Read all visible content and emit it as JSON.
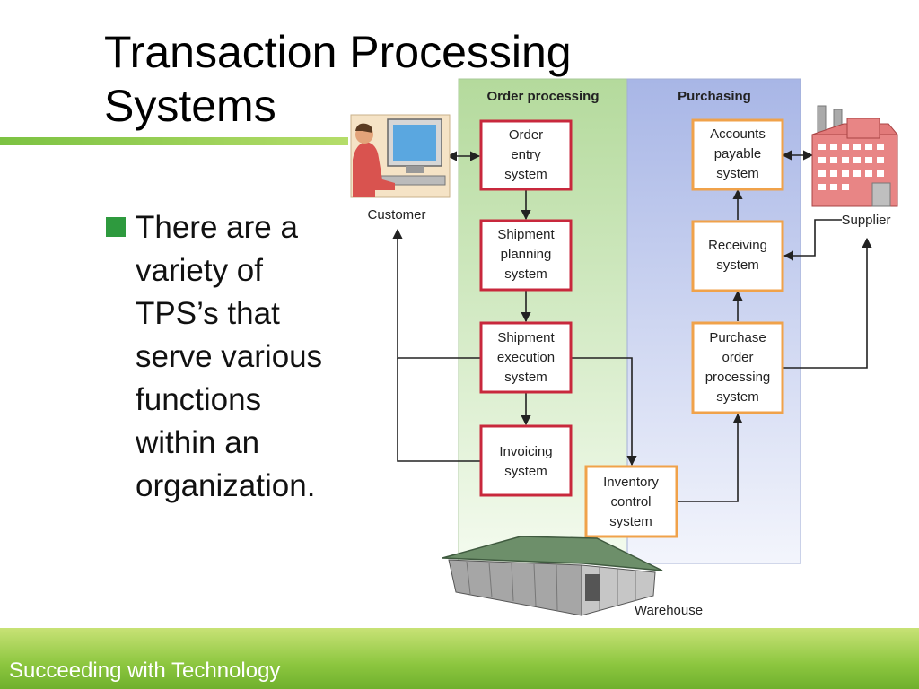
{
  "slide": {
    "title_line1": "Transaction Processing",
    "title_line2": "Systems",
    "bullet_lines": [
      "There are a",
      "variety of",
      "TPS’s that",
      "serve various",
      "functions",
      "within an",
      "organization."
    ],
    "footer": "Succeeding with Technology"
  },
  "diagram": {
    "lane_order_processing": "Order processing",
    "lane_purchasing": "Purchasing",
    "customer": "Customer",
    "supplier": "Supplier",
    "warehouse": "Warehouse",
    "boxes": {
      "order_entry": [
        "Order",
        "entry",
        "system"
      ],
      "shipment_planning": [
        "Shipment",
        "planning",
        "system"
      ],
      "shipment_execution": [
        "Shipment",
        "execution",
        "system"
      ],
      "invoicing": [
        "Invoicing",
        "system"
      ],
      "inventory_control": [
        "Inventory",
        "control",
        "system"
      ],
      "accounts_payable": [
        "Accounts",
        "payable",
        "system"
      ],
      "receiving": [
        "Receiving",
        "system"
      ],
      "purchase_order": [
        "Purchase",
        "order",
        "processing",
        "system"
      ]
    },
    "colors": {
      "order_lane": "#c5e3b3",
      "purchasing_lane": "#b6c2ea",
      "order_box_border": "#c8283c",
      "purchase_box_border": "#f0a24a"
    }
  }
}
